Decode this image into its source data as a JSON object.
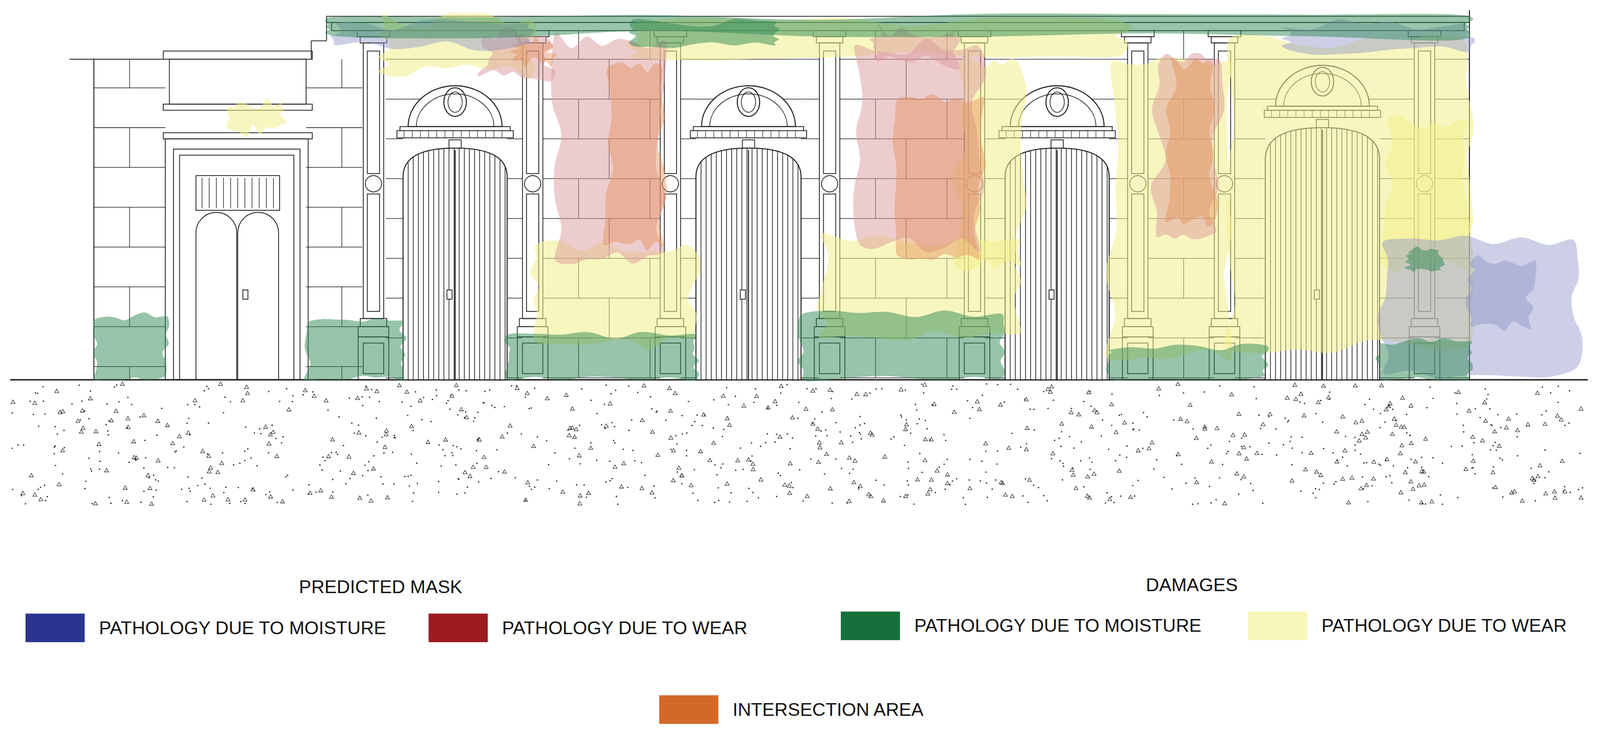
{
  "diagram": {
    "labels": [
      "PREDICTED MASK",
      "DAMAGES"
    ],
    "legend": [
      {
        "text": "PATHOLOGY DUE TO MOISTURE",
        "color": "#2b3590"
      },
      {
        "text": "PATHOLOGY DUE TO WEAR",
        "color": "#9e1b20"
      },
      {
        "text": "PATHOLOGY DUE TO MOISTURE",
        "color": "#17703c"
      },
      {
        "text": "PATHOLOGY DUE TO WEAR",
        "color": "#f8f5b8"
      },
      {
        "text": "INTERSECTION AREA",
        "color": "#d2692a"
      }
    ]
  }
}
